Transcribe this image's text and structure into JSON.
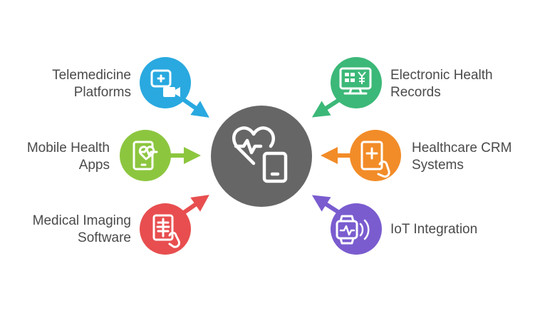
{
  "hub": {
    "icon": "heart-monitor-tablet-icon",
    "color": "#666666"
  },
  "nodes": [
    {
      "id": "telemedicine",
      "label_lines": [
        "Telemedicine",
        "Platforms"
      ],
      "icon": "chat-video-icon",
      "color": "#29a9e0"
    },
    {
      "id": "mobile-health",
      "label_lines": [
        "Mobile Health",
        "Apps"
      ],
      "icon": "tablet-heart-icon",
      "color": "#8cc63f"
    },
    {
      "id": "medical-imaging",
      "label_lines": [
        "Medical Imaging",
        "Software"
      ],
      "icon": "xray-hand-icon",
      "color": "#e84e4f"
    },
    {
      "id": "ehr",
      "label_lines": [
        "Electronic Health",
        "Records"
      ],
      "icon": "computer-records-icon",
      "color": "#3cb878"
    },
    {
      "id": "crm",
      "label_lines": [
        "Healthcare CRM",
        "Systems"
      ],
      "icon": "tablet-cross-hand-icon",
      "color": "#f28c28"
    },
    {
      "id": "iot",
      "label_lines": [
        "IoT Integration"
      ],
      "icon": "smartwatch-icon",
      "color": "#7a5ccf"
    }
  ]
}
